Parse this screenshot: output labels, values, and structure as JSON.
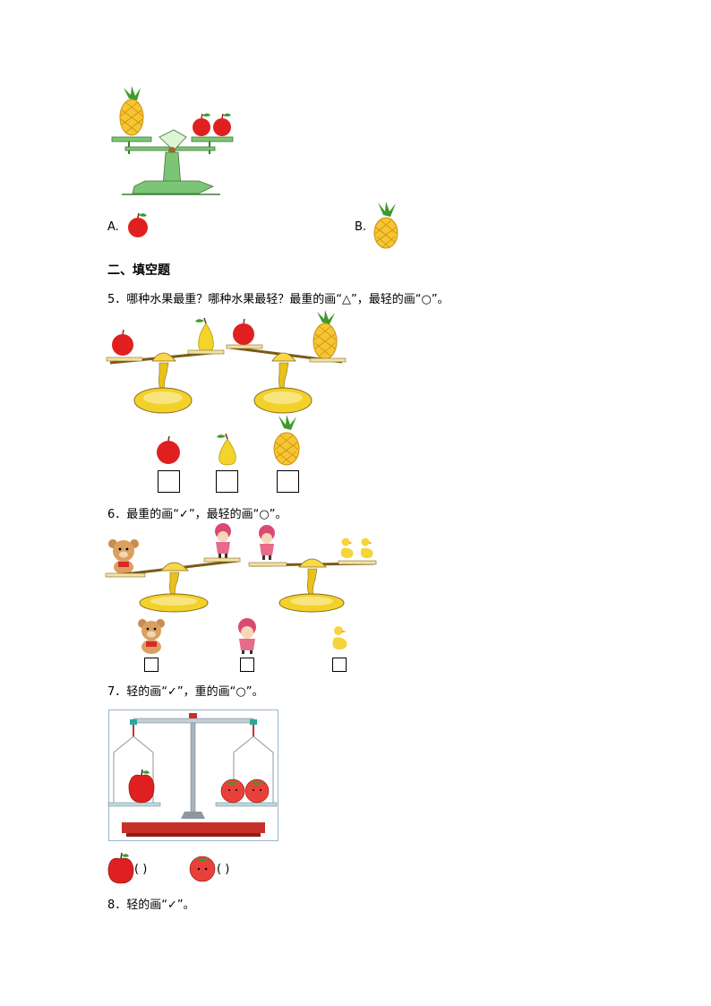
{
  "q4": {
    "option_a": "A.",
    "option_b": "B."
  },
  "section2": {
    "title": "二、填空题"
  },
  "q5": {
    "prompt": "5．哪种水果最重？哪种水果最轻？最重的画“△”，最轻的画“○”。"
  },
  "q6": {
    "prompt": "6．最重的画“✓”，最轻的画“○”。"
  },
  "q7": {
    "prompt": "7．轻的画“✓”，重的画“○”。",
    "apple_paren": "(        )",
    "tomato_paren": "(        )"
  },
  "q8": {
    "prompt": "8．轻的画“✓”。"
  },
  "colors": {
    "scale_green": "#7cc576",
    "scale_gold": "#e8c21a",
    "apple_red": "#e02020",
    "pineapple_yellow": "#f6c531",
    "pear_yellow": "#f2d42a",
    "frame_blue": "#9ab6cc",
    "base_red": "#c8302a"
  }
}
